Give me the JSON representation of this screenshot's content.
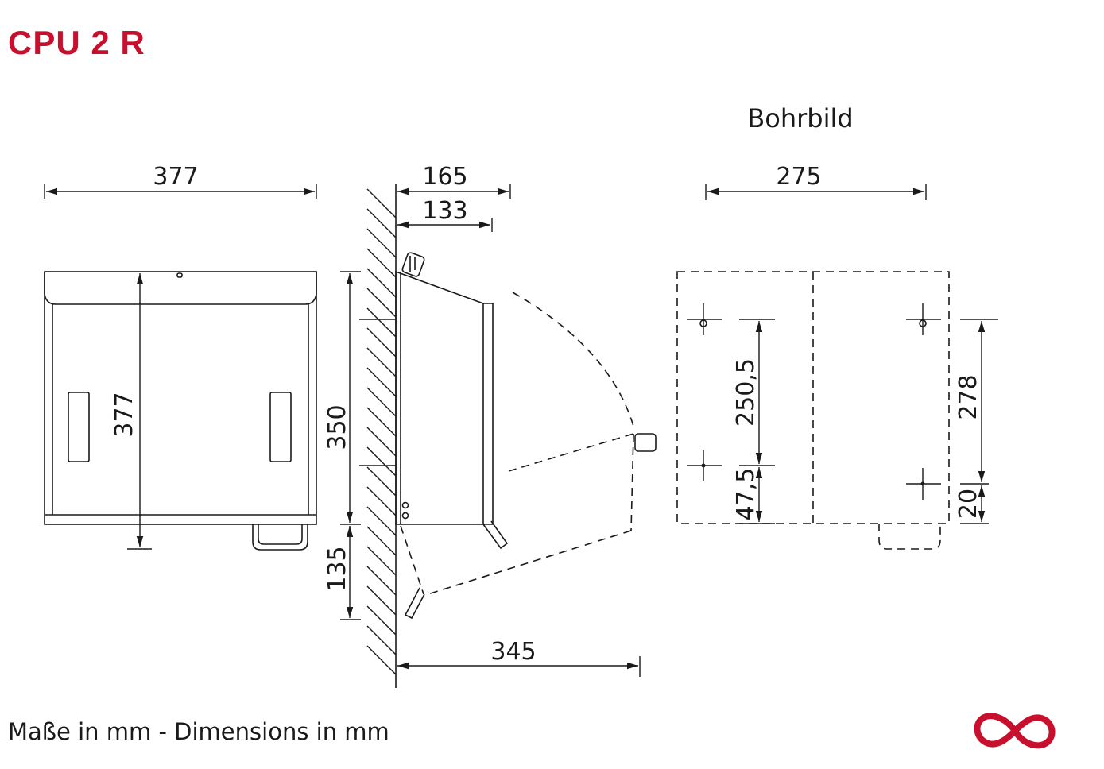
{
  "title": "CPU 2 R",
  "footer": "Maße in mm - Dimensions in mm",
  "bohrbild_label": "Bohrbild",
  "front_view": {
    "width": "377",
    "height": "377"
  },
  "side_view": {
    "depth_top": "165",
    "depth_inner": "133",
    "height": "350",
    "below": "135",
    "open_depth": "345"
  },
  "drill_pattern": {
    "width": "275",
    "hole_spacing_left": "250,5",
    "hole_offset_left": "47,5",
    "hole_spacing_right": "278",
    "hole_offset_right": "20"
  },
  "colors": {
    "brand": "#c8102e",
    "line": "#1a1a1a"
  },
  "icons": {
    "logo": "brand-logo-icon"
  }
}
